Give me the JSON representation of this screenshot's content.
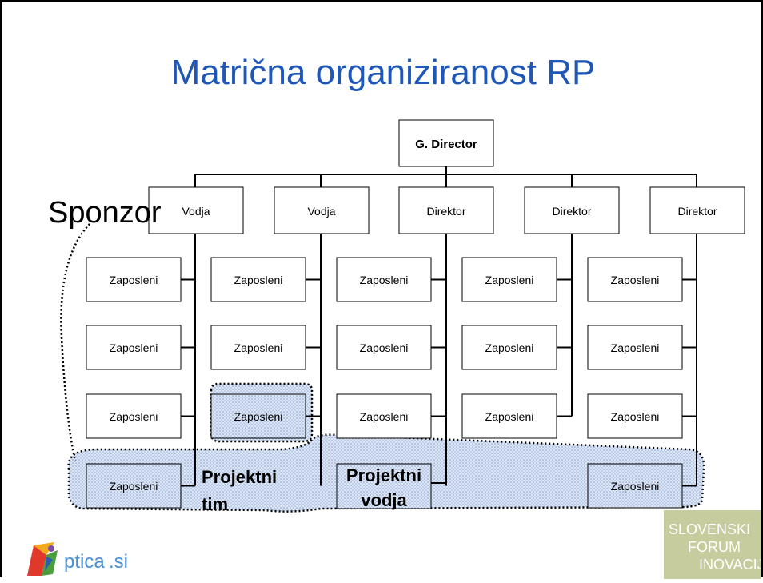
{
  "title": "Matrična organiziranost RP",
  "sponsor_label": "Sponzor",
  "top": {
    "label": "G. Director"
  },
  "columns": [
    {
      "head": "Vodja",
      "employees": [
        "Zaposleni",
        "Zaposleni",
        "Zaposleni",
        "Zaposleni"
      ]
    },
    {
      "head": "Vodja",
      "employees": [
        "Zaposleni",
        "Zaposleni",
        "Zaposleni",
        "Projektni tim"
      ]
    },
    {
      "head": "Direktor",
      "employees": [
        "Zaposleni",
        "Zaposleni",
        "Zaposleni",
        "Projektni vodja"
      ]
    },
    {
      "head": "Direktor",
      "employees": [
        "Zaposleni",
        "Zaposleni",
        "Zaposleni"
      ]
    },
    {
      "head": "Direktor",
      "employees": [
        "Zaposleni",
        "Zaposleni",
        "Zaposleni",
        "Zaposleni"
      ]
    }
  ],
  "project_tim_label": "Projektni tim",
  "project_vodja_label": "Projektni vodja",
  "logo_left": {
    "text": "ptica",
    "suffix": ".si"
  },
  "logo_right": {
    "lines": [
      "SLOVENSKI",
      "FORUM",
      "INOVACIJ"
    ]
  },
  "colors": {
    "title": "#1f57b8",
    "team_fill": "#cfdcf3",
    "logo_right_bg": "#c7cc9f"
  }
}
